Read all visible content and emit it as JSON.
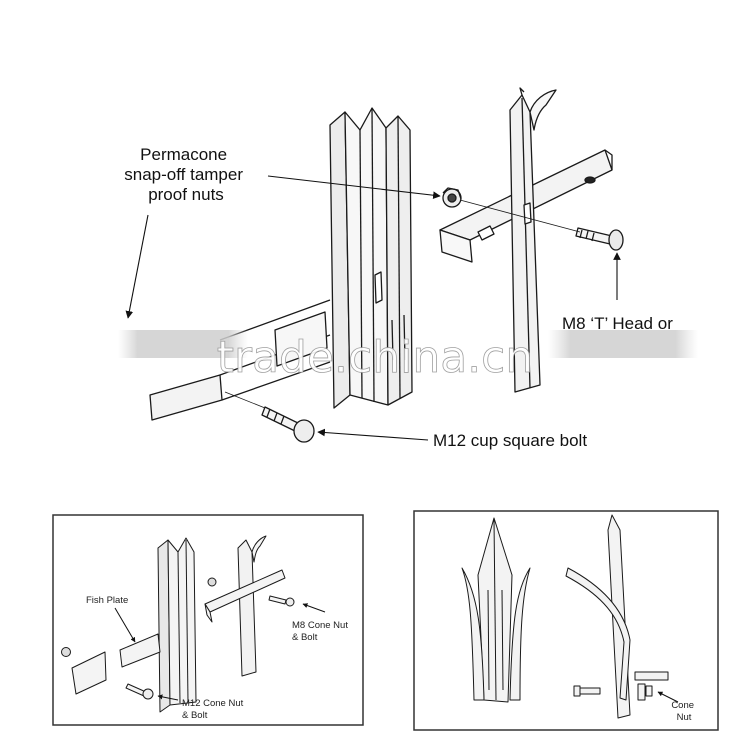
{
  "main_diagram": {
    "label_nuts": [
      "Permacone",
      "snap-off tamper",
      "proof nuts"
    ],
    "label_m8": "M8 ‘T’ Head or",
    "label_m12": "M12 cup square bolt",
    "watermark": "trade.china.cn"
  },
  "inset_left": {
    "fish_plate": "Fish Plate",
    "m8_label": [
      "M8 Cone Nut",
      "& Bolt"
    ],
    "m12_label": [
      "M12 Cone Nut",
      "& Bolt"
    ]
  },
  "inset_right": {
    "cone_nut": [
      "Cone",
      "Nut"
    ]
  },
  "colors": {
    "line": "#1a1a1a",
    "metal": "#f4f4f4",
    "frame": "#333333"
  }
}
